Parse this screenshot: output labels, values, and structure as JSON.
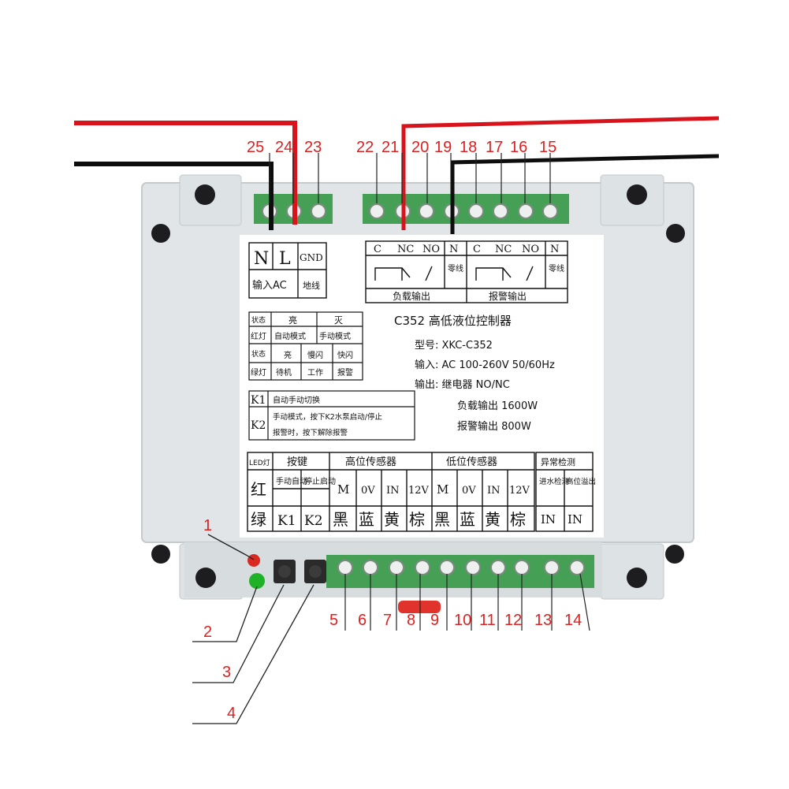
{
  "terminals_top": [
    "25",
    "24",
    "23",
    "22",
    "21",
    "20",
    "19",
    "18",
    "17",
    "16",
    "15"
  ],
  "terminals_bottom": [
    "5",
    "6",
    "7",
    "8",
    "9",
    "10",
    "11",
    "12",
    "13",
    "14"
  ],
  "callouts": [
    "1",
    "2",
    "3",
    "4"
  ],
  "power": {
    "n": "N",
    "l": "L",
    "gnd": "GND",
    "input_ac": "输入AC",
    "ground_wire": "地线"
  },
  "load_relay": {
    "c": "C",
    "nc": "NC",
    "no": "NO",
    "n": "N",
    "neutral": "零线",
    "label": "负载输出"
  },
  "alarm_relay": {
    "c": "C",
    "nc": "NC",
    "no": "NO",
    "n": "N",
    "neutral": "零线",
    "label": "报警输出"
  },
  "led_status": {
    "state": "状态",
    "on": "亮",
    "off": "灭",
    "red": "红灯",
    "auto_mode": "自动模式",
    "manual_mode": "手动模式",
    "state2": "状态",
    "steady": "亮",
    "slow_blink": "慢闪",
    "fast_blink": "快闪",
    "green": "绿灯",
    "standby": "待机",
    "working": "工作",
    "alarm": "报警"
  },
  "keys": {
    "k1": "K1",
    "k1_desc": "自动手动切换",
    "k2": "K2",
    "k2_desc1": "手动模式，按下K2水泵启动/停止",
    "k2_desc2": "报警时，按下解除报警"
  },
  "title": "C352 高低液位控制器",
  "specs": {
    "model": "型号: XKC-C352",
    "input": "输入: AC 100-260V 50/60Hz",
    "output": "输出: 继电器 NO/NC",
    "load": "负载输出 1600W",
    "alarm": "报警输出 800W"
  },
  "bottom_table": {
    "led": "LED灯",
    "button": "按键",
    "high_sensor": "高位传感器",
    "low_sensor": "低位传感器",
    "abnormal": "异常检测",
    "red": "红",
    "manual_auto": "手动自动",
    "stop_start": "停止启动",
    "m": "M",
    "ov": "0V",
    "in": "IN",
    "v12": "12V",
    "inlet_detect": "进水检测",
    "high_overflow": "高位溢出",
    "green": "绿",
    "k1": "K1",
    "k2": "K2",
    "black": "黑",
    "blue": "蓝",
    "yellow": "黄",
    "brown": "棕"
  },
  "colors": {
    "wire_red": "#d9131b",
    "wire_black": "#0d0d0d",
    "housing": "#e3e7e9",
    "terminal_green": "#3e9950",
    "label_white": "#ffffff"
  }
}
